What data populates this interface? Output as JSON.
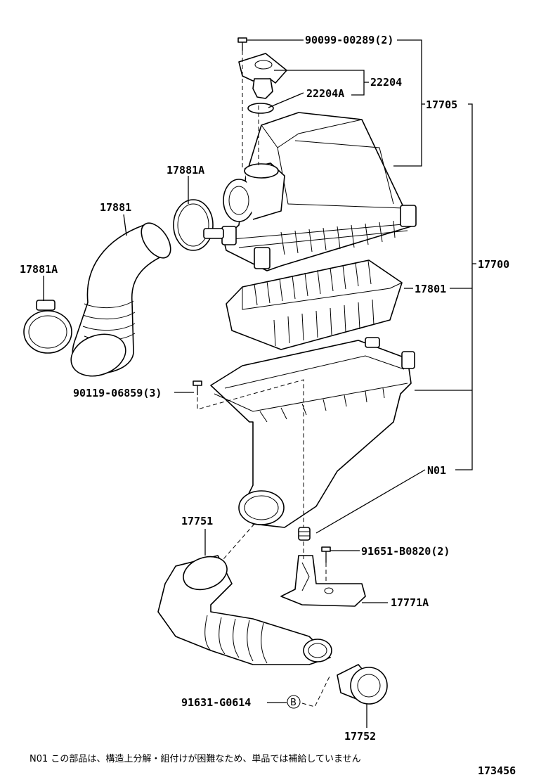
{
  "labels": {
    "p90099": "90099-00289(2)",
    "p22204": "22204",
    "p22204A": "22204A",
    "p17705": "17705",
    "p17881A_top": "17881A",
    "p17881": "17881",
    "p17700": "17700",
    "p17881A_left": "17881A",
    "p17801": "17801",
    "p90119": "90119-06859(3)",
    "pN01": "N01",
    "p17751": "17751",
    "p91651": "91651-B0820(2)",
    "p17771A": "17771A",
    "p91631": "91631-G0614",
    "markerB": "B",
    "p17752": "17752"
  },
  "footnote": "N01 この部品は、構造上分解・組付けが困難なため、単品では補給していません",
  "diagram_number": "173456"
}
